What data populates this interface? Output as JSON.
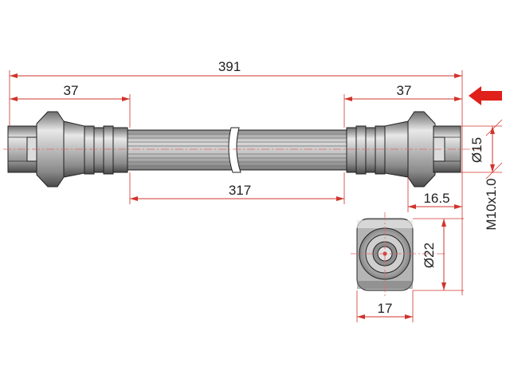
{
  "dimensions": {
    "overall_length": "391",
    "left_end_length": "37",
    "right_end_length": "37",
    "hose_length": "317",
    "thread_offset": "16.5",
    "bore_diameter": "Ø15",
    "thread_spec": "M10x1.0",
    "flange_diameter": "Ø22",
    "flange_width": "17"
  },
  "colors": {
    "dimension_lines": "#d0342c",
    "arrow": "#e0201a",
    "part_outline": "#222222"
  },
  "icons": {
    "direction_arrow": "red-left-arrow-icon"
  }
}
